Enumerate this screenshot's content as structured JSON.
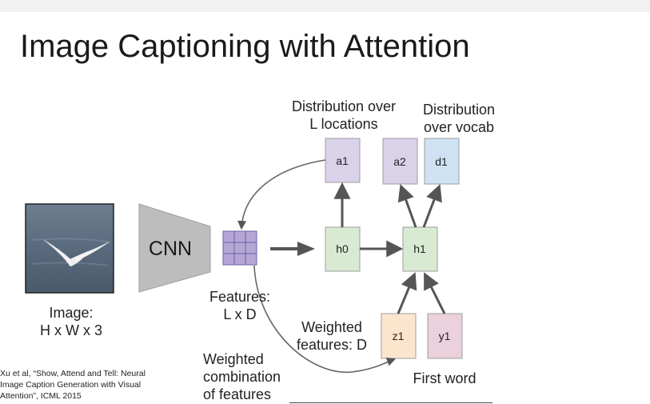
{
  "slide": {
    "title": "Image Captioning with Attention",
    "citation": "Xu et al, “Show, Attend and Tell: Neural Image Caption Generation with Visual Attention”, ICML 2015"
  },
  "diagram": {
    "nodes": {
      "cnn": "CNN",
      "h0": "h0",
      "h1": "h1",
      "a1": "a1",
      "a2": "a2",
      "d1": "d1",
      "z1": "z1",
      "y1": "y1"
    },
    "labels": {
      "image_line1": "Image:",
      "image_line2": "H x W x 3",
      "features_line1": "Features:",
      "features_line2": "L x D",
      "dist_locations_line1": "Distribution over",
      "dist_locations_line2": "L locations",
      "dist_vocab_line1": "Distribution",
      "dist_vocab_line2": "over vocab",
      "weighted_features_line1": "Weighted",
      "weighted_features_line2": "features: D",
      "weighted_combo_line1": "Weighted",
      "weighted_combo_line2": "combination",
      "weighted_combo_line3": "of features",
      "first_word": "First word"
    },
    "colors": {
      "purple_box": "#d9d2e9",
      "green_box": "#d9ead3",
      "blue_box": "#cfe2f3",
      "pink_box": "#ead1dc",
      "orange_box": "#fce5cd",
      "cnn_gray": "#bdbdbd",
      "grid_purple": "#b4a7d6"
    }
  }
}
